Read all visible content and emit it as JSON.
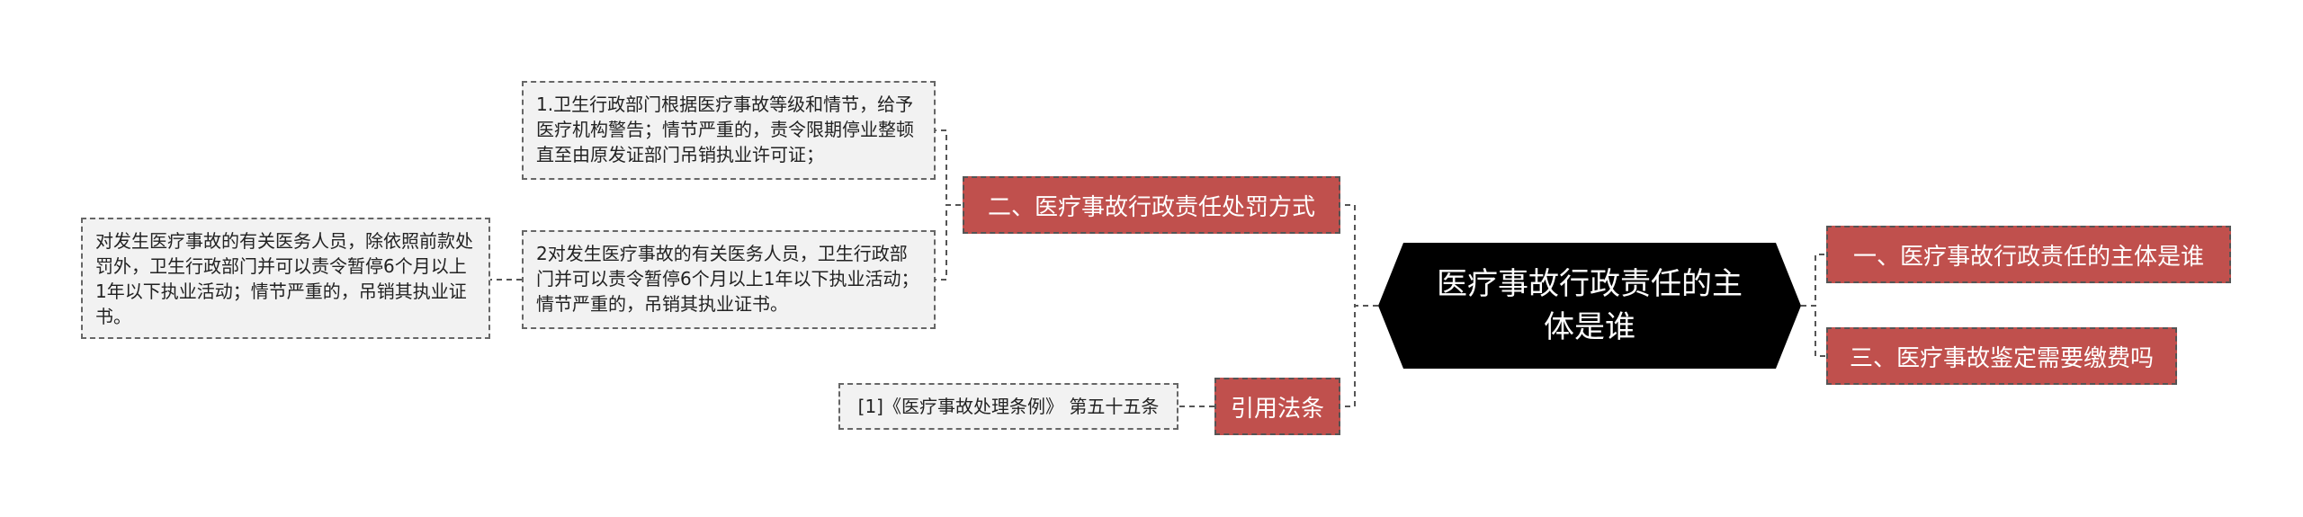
{
  "root": {
    "text": "医疗事故行政责任的主体是谁"
  },
  "right_branches": [
    {
      "label": "一、医疗事故行政责任的主体是谁"
    },
    {
      "label": "三、医疗事故鉴定需要缴费吗"
    }
  ],
  "penalty_branch": {
    "label": "二、医疗事故行政责任处罚方式",
    "items": [
      {
        "text": "1.卫生行政部门根据医疗事故等级和情节，给予医疗机构警告；情节严重的，责令限期停业整顿直至由原发证部门吊销执业许可证；"
      },
      {
        "text": "2对发生医疗事故的有关医务人员，卫生行政部门并可以责令暂停6个月以上1年以下执业活动；情节严重的，吊销其执业证书。"
      }
    ],
    "sub_item": {
      "text": "对发生医疗事故的有关医务人员，除依照前款处罚外，卫生行政部门并可以责令暂停6个月以上1年以下执业活动；情节严重的，吊销其执业证书。"
    }
  },
  "citation_branch": {
    "label": "引用法条",
    "item": {
      "text": "[1]《医疗事故处理条例》 第五十五条"
    }
  },
  "colors": {
    "root_bg": "#000000",
    "branch_bg": "#c0504d",
    "leaf_bg": "#f2f2f2",
    "connector": "#555555"
  }
}
